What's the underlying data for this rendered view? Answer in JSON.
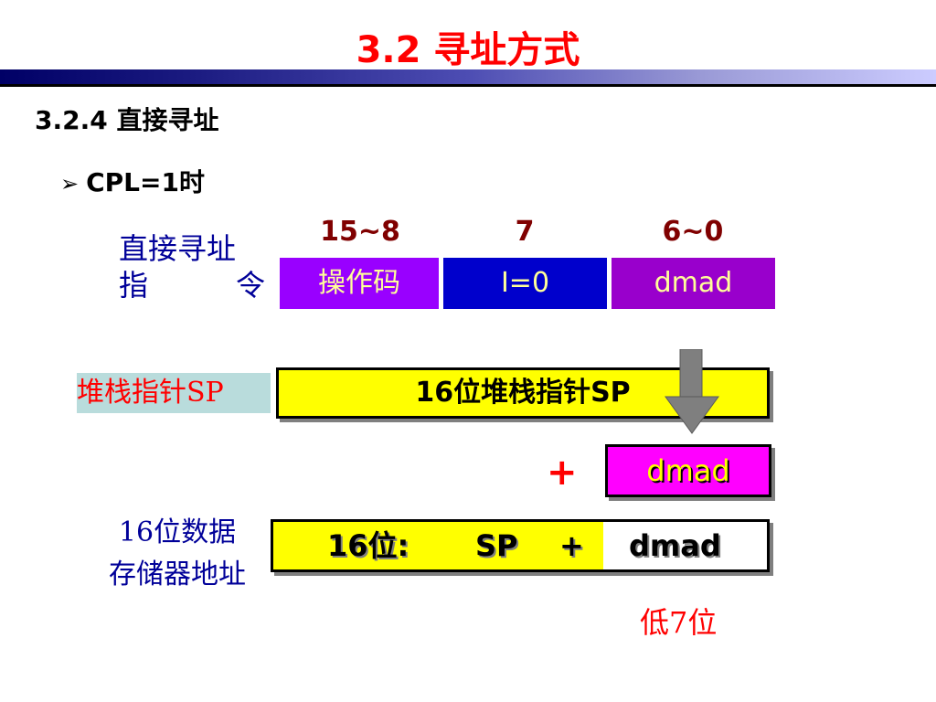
{
  "title": "3.2 寻址方式",
  "section": "3.2.4 直接寻址",
  "bullet": "CPL=1时",
  "instruction_label": {
    "line1": "直接寻址",
    "line2_left": "指",
    "line2_right": "令"
  },
  "bits": {
    "high": "15~8",
    "mid": "7",
    "low": "6~0"
  },
  "fields": {
    "opcode": "操作码",
    "i_bit": "I=0",
    "dmad": "dmad"
  },
  "sp_label": "堆栈指针SP",
  "sp_box": "16位堆栈指针SP",
  "plus": "+",
  "dmad_box": "dmad",
  "address_label": {
    "line1": "16位数据",
    "line2": "存储器地址"
  },
  "result": {
    "part1": "16位:",
    "part2": "SP",
    "part3": "+",
    "part4": "dmad"
  },
  "low_bits": "低7位",
  "colors": {
    "title": "#ff0000",
    "opcode_bg": "#9900ff",
    "i_bg": "#0000cc",
    "dmad_bg": "#9900cc",
    "sp_bg": "#ffff00",
    "dmad_box_bg": "#ff00ff"
  }
}
